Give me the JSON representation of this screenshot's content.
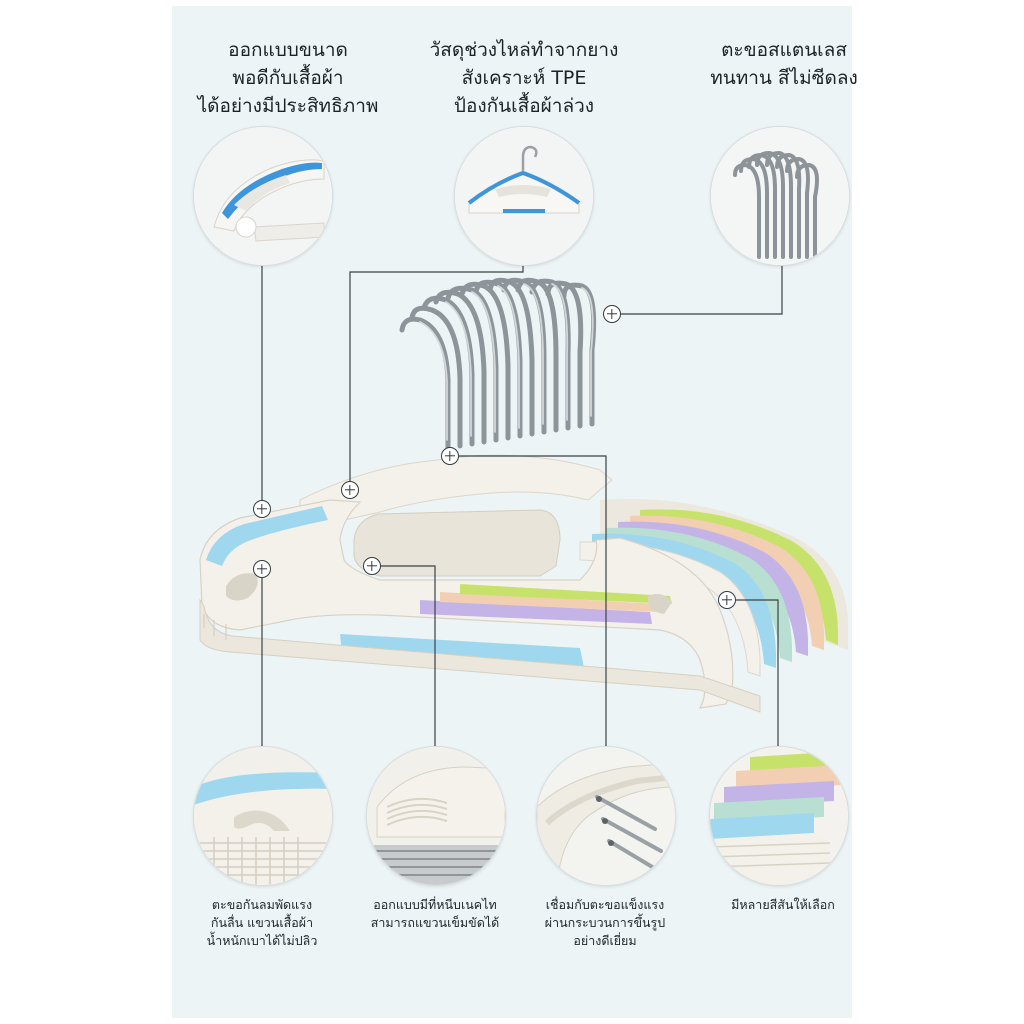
{
  "top_features": [
    {
      "lines": [
        "ออกแบบขนาด",
        "พอดีกับเสื้อผ้า",
        "ได้อย่างมีประสิทธิภาพ"
      ]
    },
    {
      "lines": [
        "วัสดุช่วงไหล่ทำจากยาง",
        "สังเคราะห์ TPE",
        "ป้องกันเสื้อผ้าล่วง"
      ]
    },
    {
      "lines": [
        "ตะขอสแตนเลส",
        "ทนทาน สีไม่ซีดลง"
      ]
    }
  ],
  "bottom_features": [
    {
      "lines": [
        "ตะขอกันลมพัดแรง",
        "กันลื่น แขวนเสื้อผ้า",
        "น้ำหนักเบาได้ไม่ปลิว"
      ]
    },
    {
      "lines": [
        "ออกแบบมีที่หนีบเนคไท",
        "สามารถแขวนเข็มขัดได้"
      ]
    },
    {
      "lines": [
        "เชื่อมกับตะขอแข็งแรง",
        "ผ่านกระบวนการขึ้นรูป",
        "อย่างดีเยี่ยม"
      ]
    },
    {
      "lines": [
        "มีหลายสีสันให้เลือก"
      ]
    }
  ],
  "colors": {
    "background": "#ecf4f6",
    "hanger_body": "#f4f1ea",
    "tpe_blue": "#9fd8ee",
    "tpe_purple": "#c3b3e6",
    "tpe_peach": "#f2cfb2",
    "tpe_green": "#c6e26b",
    "tpe_mint": "#b9dfd2",
    "steel": "#a7adb2"
  },
  "icons": [
    "plus-marker-icon",
    "hanger-shoulder-icon",
    "hanger-front-icon",
    "steel-hooks-icon",
    "anti-slip-hook-icon",
    "tie-notch-icon",
    "steel-joint-icon",
    "color-variety-icon"
  ]
}
